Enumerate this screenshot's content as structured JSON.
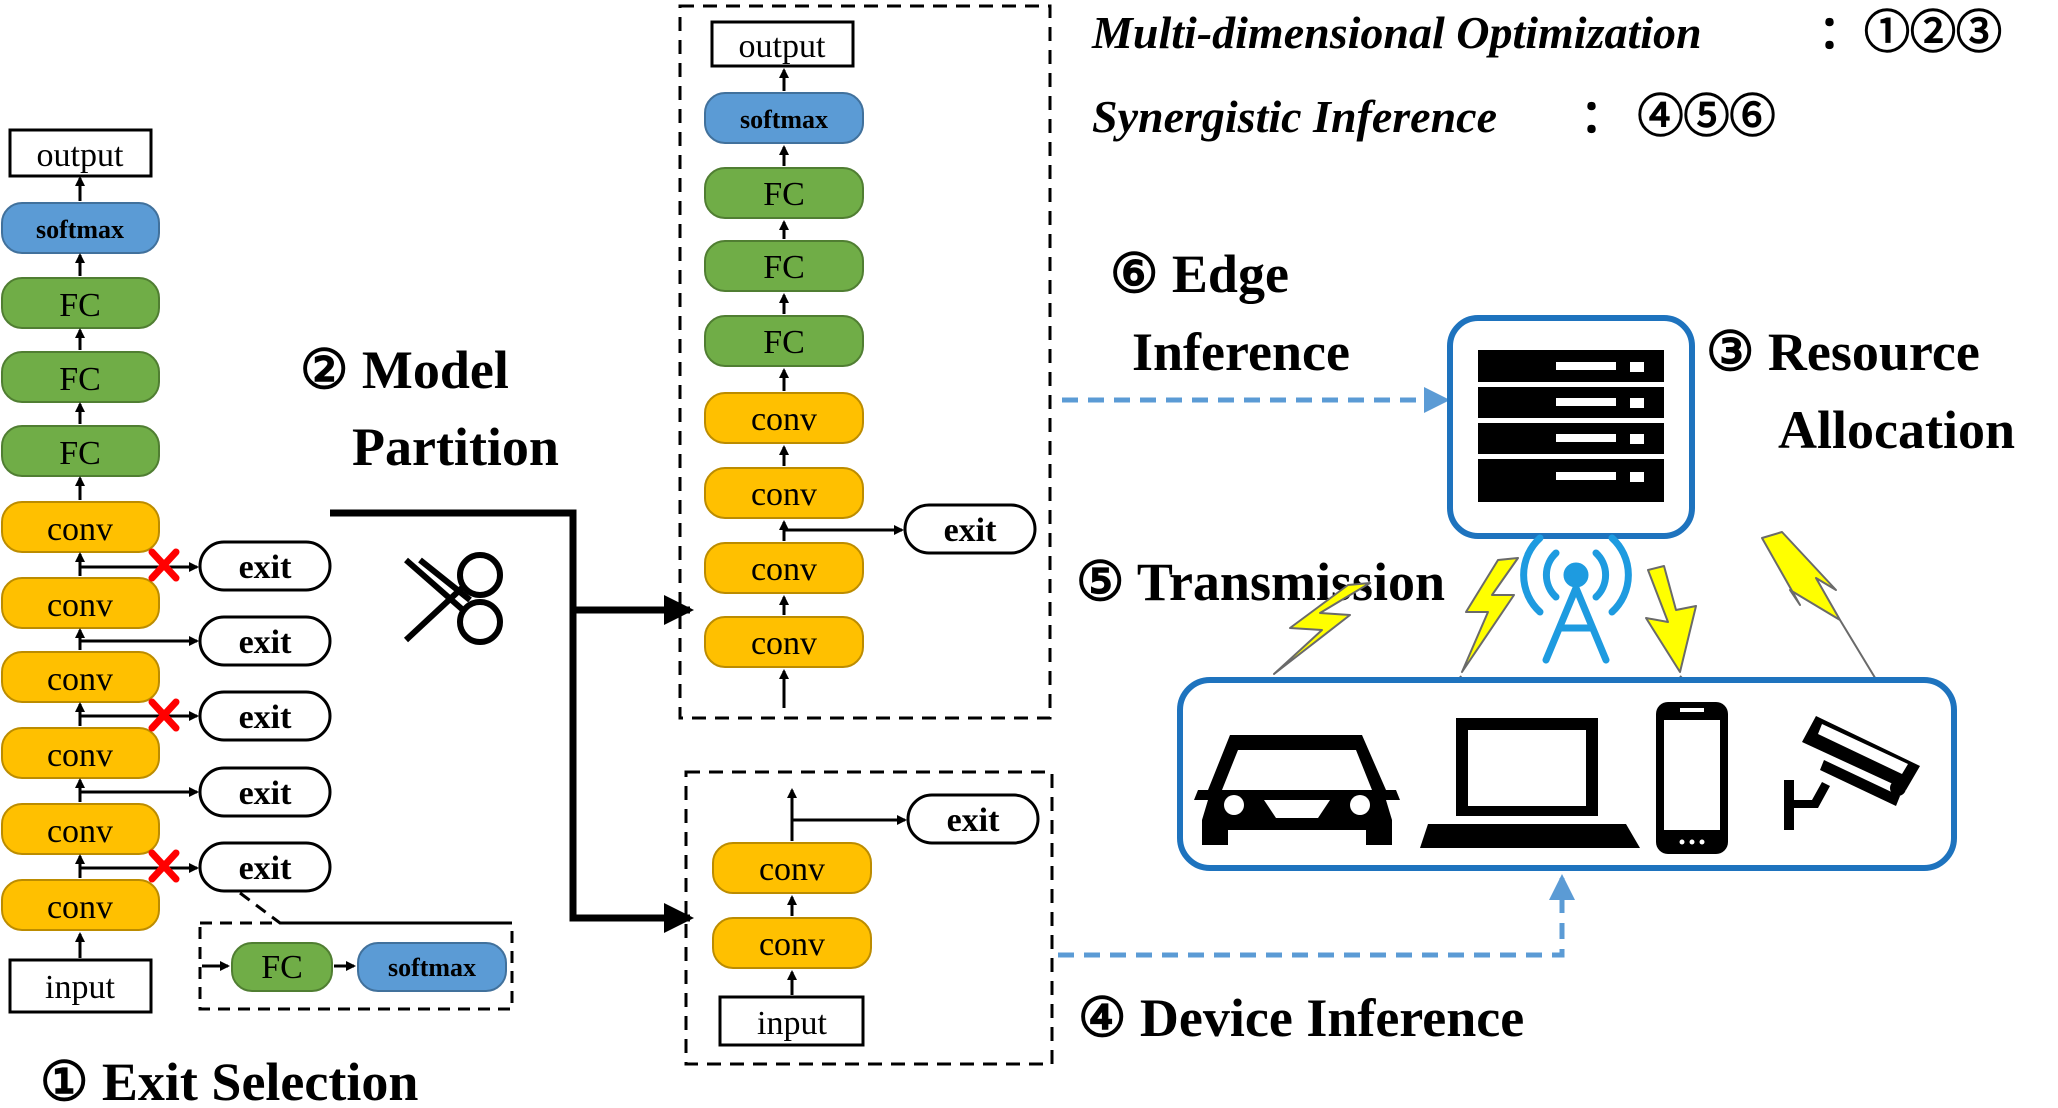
{
  "legend": {
    "optimization_label": "Multi-dimensional Optimization",
    "optimization_marks": "：①②③",
    "synergy_label": "Synergistic Inference",
    "synergy_marks": "：  ④⑤⑥"
  },
  "left_model": {
    "output": "output",
    "input": "input",
    "layers": [
      "softmax",
      "FC",
      "FC",
      "FC",
      "conv",
      "conv",
      "conv",
      "conv",
      "conv",
      "conv"
    ],
    "exits": [
      "exit",
      "exit",
      "exit",
      "exit",
      "exit"
    ],
    "exit_detail": [
      "FC",
      "softmax"
    ]
  },
  "edge_model": {
    "output": "output",
    "layers": [
      "softmax",
      "FC",
      "FC",
      "FC",
      "conv",
      "conv",
      "conv",
      "conv"
    ],
    "exit": "exit"
  },
  "device_model": {
    "input": "input",
    "layers": [
      "conv",
      "conv"
    ],
    "exit": "exit"
  },
  "steps": {
    "exit_selection": "① Exit Selection",
    "model_partition_1": "② Model",
    "model_partition_2": "Partition",
    "resource_allocation_1": "③ Resource",
    "resource_allocation_2": "Allocation",
    "device_inference": "④ Device Inference",
    "transmission": "⑤ Transmission",
    "edge_inference_1": "⑥ Edge",
    "edge_inference_2": "Inference"
  },
  "colors": {
    "softmax": "#5b9bd5",
    "fc": "#70ad47",
    "conv": "#ffc000",
    "frame_blue": "#1e73be",
    "dashed_blue": "#5b9bd5",
    "lightning": "#ffff00",
    "cross": "#ff0000"
  },
  "icons": [
    "scissors-icon",
    "server-icon",
    "antenna-icon",
    "car-icon",
    "laptop-icon",
    "phone-icon",
    "camera-icon",
    "lightning-icon"
  ]
}
